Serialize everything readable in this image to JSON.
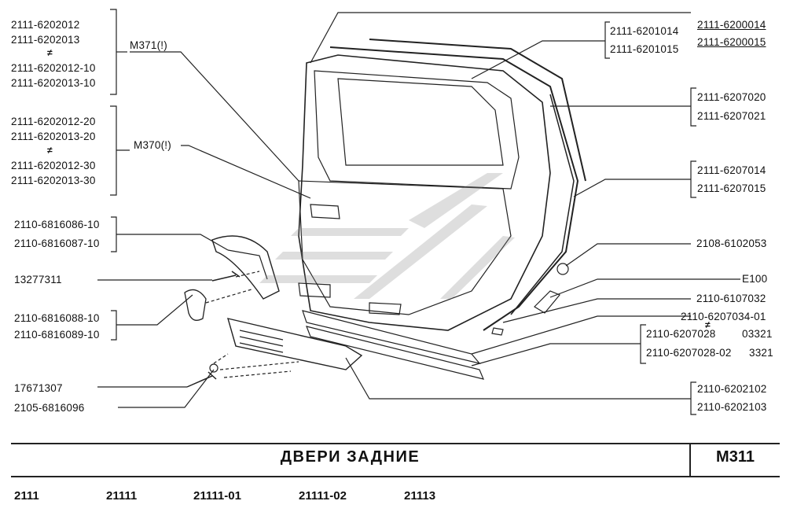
{
  "labels": {
    "l1": "2111-6202012",
    "l2": "2111-6202013",
    "l3": "2111-6202012-10",
    "l4": "2111-6202013-10",
    "l5": "2111-6202012-20",
    "l6": "2111-6202013-20",
    "l7": "2111-6202012-30",
    "l8": "2111-6202013-30",
    "l9": "2110-6816086-10",
    "l10": "2110-6816087-10",
    "l11": "13277311",
    "l12": "2110-6816088-10",
    "l13": "2110-6816089-10",
    "l14": "17671307",
    "l15": "2105-6816096",
    "m371": "М371(!)",
    "m370": "М370(!)",
    "r1": "2111-6201014",
    "r2": "2111-6201015",
    "r3": "2111-6200014",
    "r4": "2111-6200015",
    "r5": "2111-6207020",
    "r6": "2111-6207021",
    "r7": "2111-6207014",
    "r8": "2111-6207015",
    "r9": "2108-6102053",
    "r10": "E100",
    "r11": "2110-6107032",
    "r12": "2110-6207034-01",
    "r13": "2110-6207028",
    "r13b": "03321",
    "r14": "2110-6207028-02",
    "r14b": "3321",
    "r15": "2110-6202102",
    "r16": "2110-6202103",
    "neq": "≠"
  },
  "footer": {
    "title": "ДВЕРИ  ЗАДНИЕ",
    "code": "М311",
    "models": [
      "2111",
      "21111",
      "21111-01",
      "21111-02",
      "21113"
    ]
  }
}
